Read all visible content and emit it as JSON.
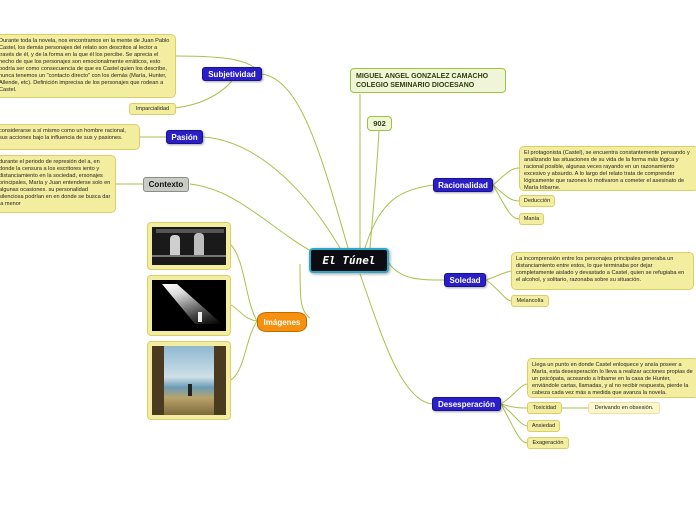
{
  "center": {
    "label": "El Túnel"
  },
  "header": {
    "line1": "MIGUEL ANGEL GONZALEZ CAMACHO",
    "line2": "COLEGIO SEMINARIO DIOCESANO"
  },
  "code": {
    "label": "902"
  },
  "subjetividad": {
    "label": "Subjetividad",
    "note": "Durante toda la novela, nos encontramos en la mente de Juan Pablo Castel, los demás personajes del relato son descritos al lector a través de él, y de la forma en la que él los percibe. Se aprecia el hecho de que los personajes son emocionalmente erráticos, esto podría ser como consecuencia de que es Castel quien los describe, nunca tenemos un \"contacto directo\" con los demás (María, Hunter, Allende, etc). Definición imprecisa de los personajes que rodean a Castel.",
    "tag": "Imparcialidad"
  },
  "pasion": {
    "label": "Pasión",
    "note": "considerarse a sí mismo como un hombre racional, sus acciones bajo la influencia de sus y pasiones."
  },
  "contexto": {
    "label": "Contexto",
    "note": "durante el periodo de represión del a, en donde la censura a los escritores iento y distanciamiento en la sociedad, ersonajes principales, María y Juan entenderse solo en algunas ocasiones. su personalidad silenciosa podrían en en donde se busca dar la menor"
  },
  "imagenes": {
    "label": "Imágenes"
  },
  "racionalidad": {
    "label": "Racionalidad",
    "note": "El protagonista (Castel), se encuentra constantemente pensando y analizando las situaciones de su vida de la forma más lógica y racional posible, algunas veces rayando en un razonamiento excesivo y absurdo. A lo largo del relato trata de comprender lógicamente que razones lo motivaron a cometer el asesinato de María Iribarne.",
    "tags": [
      "Deducción",
      "Manía"
    ]
  },
  "soledad": {
    "label": "Soledad",
    "note": "La incomprensión entre los personajes principales generaba un distanciamiento entre estos, lo que terminaba por dejar completamente aislado y devastado a Castel, quien se refugiaba en el alcohol, y solitario, razonaba sobre su situación.",
    "tag": "Melancolía"
  },
  "desesperacion": {
    "label": "Desesperación",
    "note": "Llega un punto en donde Castel enloquece y ansía poseer a María, esta desesperación lo lleva a realizar acciones propias de un psicópata, acosando a Iribarne en la casa de Hunter, enviándole cartas, llamadas, y al no recibir respuesta, pierde la cabeza cada vez más a medida que avanza la novela.",
    "tags": [
      "Toxicidad",
      "Ansiedad",
      "Exageración"
    ],
    "subtag": "Derivando en obsesión."
  },
  "colors": {
    "topic": "#2a1ec8",
    "link": "#a6c24a",
    "center_border": "#2aa8c8",
    "imagenes": "#f6900f"
  }
}
